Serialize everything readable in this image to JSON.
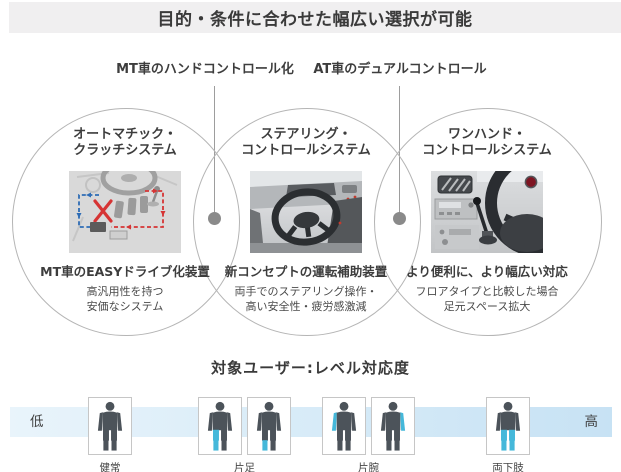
{
  "title": "目的・条件に合わせた幅広い選択が可能",
  "branch_labels": [
    {
      "label": "MT車のハンドコントロール化"
    },
    {
      "label": "AT車のデュアルコントロール"
    }
  ],
  "systems": [
    {
      "heading_line1": "オートマチック・",
      "heading_line2": "クラッチシステム",
      "image": "mt-easy-drive-pedal-diagram",
      "bold_caption": "MT車のEASYドライブ化装置",
      "desc_line1": "高汎用性を持つ",
      "desc_line2": "安価なシステム"
    },
    {
      "heading_line1": "ステアリング・",
      "heading_line2": "コントロールシステム",
      "image": "steering-wheel-interior-photo",
      "bold_caption": "新コンセプトの運転補助装置",
      "desc_line1": "両手でのステアリング操作・",
      "desc_line2": "高い安全性・疲労感激減"
    },
    {
      "heading_line1": "ワンハンド・",
      "heading_line2": "コントロールシステム",
      "image": "one-hand-control-lever-photo",
      "bold_caption": "より便利に、より幅広い対応",
      "desc_line1": "フロアタイプと比較した場合",
      "desc_line2": "足元スペース拡大"
    }
  ],
  "user_level": {
    "title": "対象ユーザー:レベル対応度",
    "low_label": "低",
    "high_label": "高",
    "groups": [
      {
        "label": "健常",
        "figures": [
          {
            "highlight": []
          }
        ]
      },
      {
        "label": "片足",
        "figures": [
          {
            "highlight": [
              "left-leg"
            ]
          },
          {
            "highlight": [
              "left-shin"
            ]
          }
        ]
      },
      {
        "label": "片腕",
        "figures": [
          {
            "highlight": [
              "left-arm"
            ]
          },
          {
            "highlight": [
              "right-arm"
            ]
          }
        ]
      },
      {
        "label": "両下肢",
        "figures": [
          {
            "highlight": [
              "left-leg",
              "right-leg"
            ]
          }
        ]
      }
    ]
  },
  "colors": {
    "title_band_bg": "#f0eff0",
    "circle_stroke": "#b5b5b5",
    "connector_gray": "#8a8a8a",
    "figure_dark": "#4c535a",
    "figure_blue": "#45b8da",
    "diagram_path_blue": "#2e6cb5",
    "diagram_path_red": "#d63434",
    "band_left": "#e9f4fb",
    "band_right": "#c7e2f4"
  }
}
